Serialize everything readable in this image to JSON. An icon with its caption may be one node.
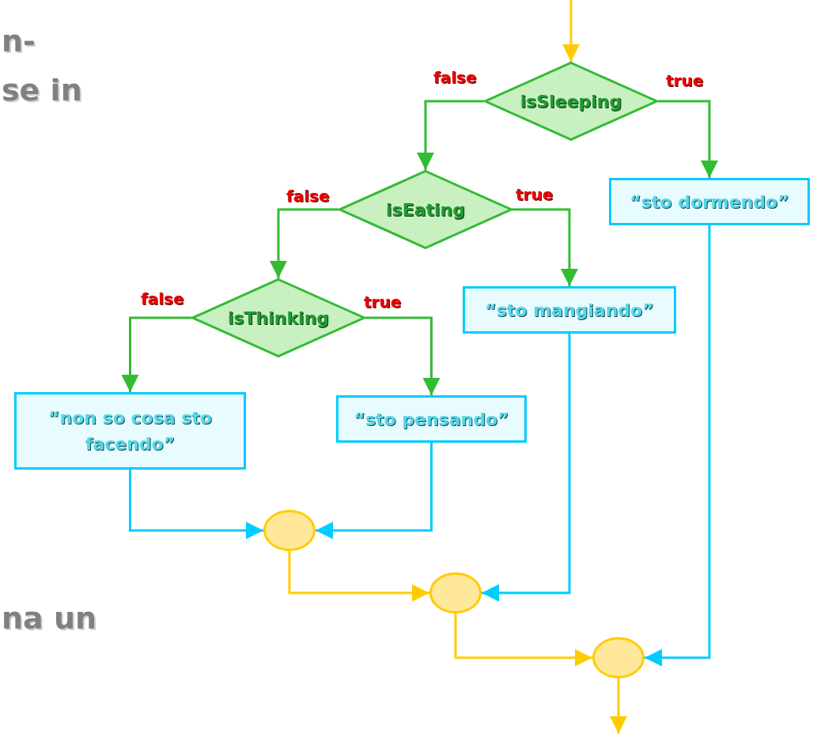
{
  "diagram": {
    "nodes": [
      {
        "text": [
          "isSleeping"
        ]
      },
      {
        "text": [
          "isEating"
        ]
      },
      {
        "text": [
          "“sto dormendo”"
        ]
      },
      {
        "text": [
          "isThinking"
        ]
      },
      {
        "text": [
          "“sto mangiando”"
        ]
      },
      {
        "text": [
          "“non so cosa sto facendo”"
        ]
      },
      {
        "text": [
          "“sto pensando”"
        ]
      },
      {
        "text": [],
        "shape": "circle"
      },
      {
        "text": [],
        "shape": "circle"
      },
      {
        "text": [],
        "shape": "circle"
      }
    ],
    "edges": [
      {
        "from": null,
        "to": 0,
        "arrow": "to",
        "color": "#ffcc00"
      },
      {
        "from": 0,
        "to": 1,
        "arrow": "to",
        "label": "false"
      },
      {
        "from": 0,
        "to": 2,
        "arrow": "to",
        "label": "true"
      },
      {
        "from": 1,
        "to": 3,
        "arrow": "to",
        "label": "false"
      },
      {
        "from": 1,
        "to": 4,
        "arrow": "to",
        "label": "true"
      },
      {
        "from": 3,
        "to": 5,
        "arrow": "to",
        "label": "false"
      },
      {
        "from": 3,
        "to": 6,
        "arrow": "to",
        "label": "true"
      },
      {
        "from": 5,
        "to": 7,
        "arrow": "to",
        "color": "#00ccff"
      },
      {
        "from": 6,
        "to": 7,
        "arrow": "to",
        "color": "#00ccff"
      },
      {
        "from": 7,
        "to": 8,
        "arrow": "to",
        "color": "#ffcc00"
      },
      {
        "from": 4,
        "to": 8,
        "arrow": "to",
        "color": "#00ccff"
      },
      {
        "from": 8,
        "to": 9,
        "arrow": "to",
        "color": "#ffcc00"
      },
      {
        "from": 2,
        "to": 9,
        "arrow": "to",
        "color": "#00ccff"
      },
      {
        "from": 9,
        "to": null,
        "arrow": "to",
        "color": "#ffcc00"
      }
    ],
    "labels": [
      "n-",
      "se in",
      "na un"
    ]
  }
}
